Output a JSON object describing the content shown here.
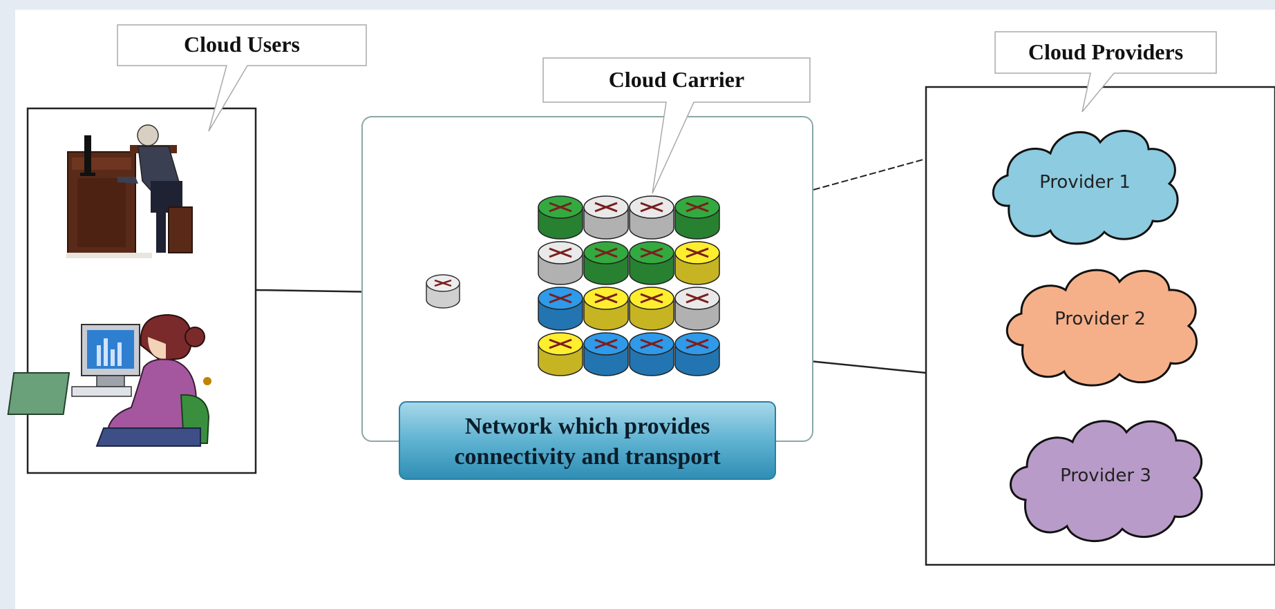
{
  "diagram": {
    "callouts": {
      "cloud_users": "Cloud Users",
      "cloud_carrier": "Cloud Carrier",
      "cloud_providers": "Cloud Providers"
    },
    "providers": [
      {
        "label": "Provider 1",
        "color": "#8ccbe0"
      },
      {
        "label": "Provider 2",
        "color": "#f6b089"
      },
      {
        "label": "Provider 3",
        "color": "#b89bc9"
      }
    ],
    "network_label": {
      "line1": "Network which provides",
      "line2": "connectivity and transport"
    },
    "router_grid": [
      [
        "green",
        "gray",
        "gray",
        "green"
      ],
      [
        "gray",
        "green",
        "green",
        "yellow"
      ],
      [
        "blue",
        "yellow",
        "yellow",
        "gray"
      ],
      [
        "yellow",
        "blue",
        "blue",
        "blue"
      ]
    ],
    "router_colors": {
      "green": "#2f9d3a",
      "gray": "#d8d8d8",
      "yellow": "#f2dc2b",
      "blue": "#2b8fd8"
    }
  }
}
